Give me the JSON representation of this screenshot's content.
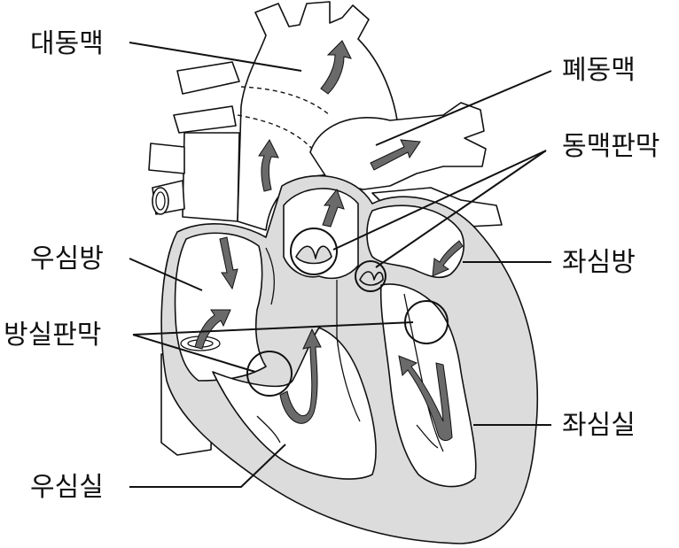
{
  "labels": {
    "aorta": "대동맥",
    "pulmonary_artery": "폐동맥",
    "arterial_valve": "동맥판막",
    "right_atrium": "우심방",
    "left_atrium": "좌심방",
    "av_valve": "방실판막",
    "left_ventricle": "좌심실",
    "right_ventricle": "우심실"
  },
  "colors": {
    "wall": "#dcdcdc",
    "arrow": "#6a6a6a",
    "line": "#111111"
  }
}
